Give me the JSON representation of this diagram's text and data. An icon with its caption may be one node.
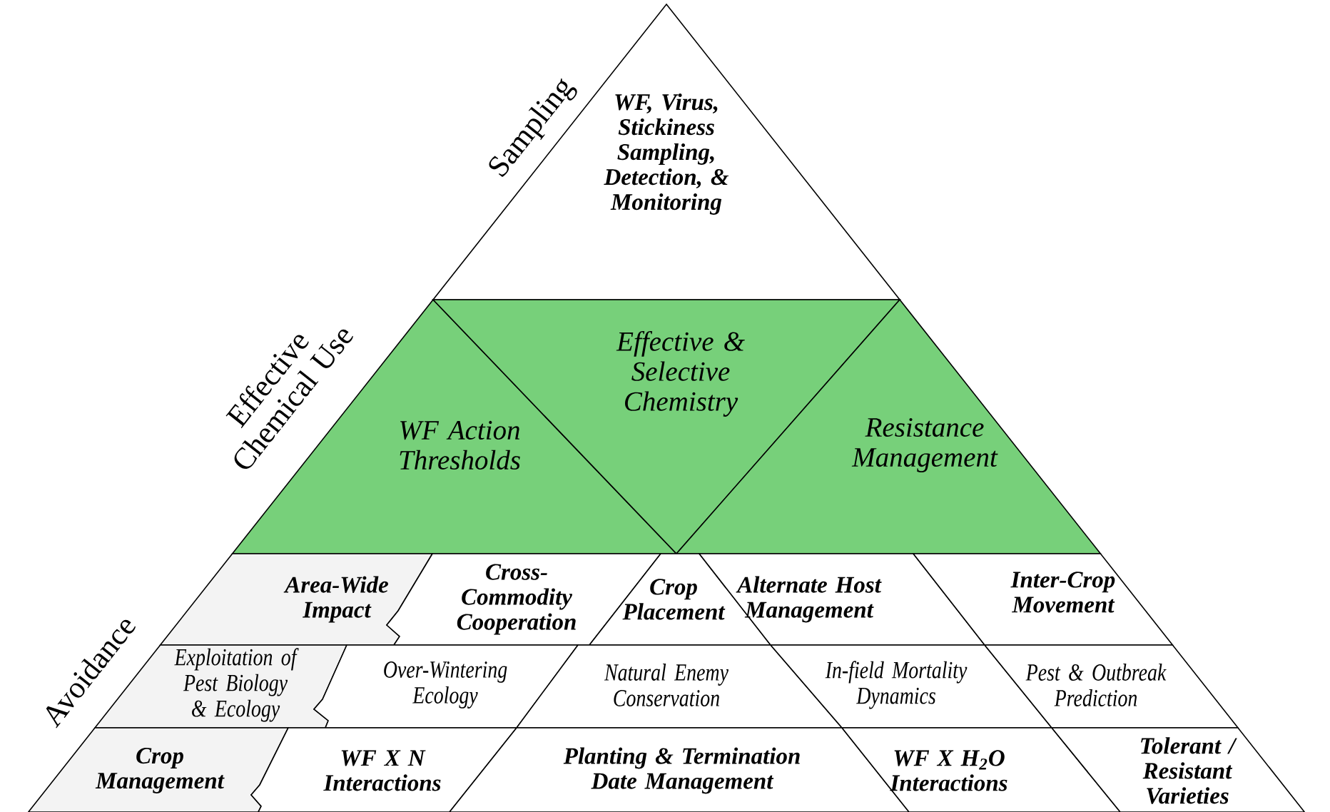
{
  "diagram": {
    "nodes": [
      {
        "text": [
          "WF, Virus, Stickiness Sampling, Detection, & Monitoring"
        ]
      },
      {
        "text": [
          "WF Action Thresholds"
        ]
      },
      {
        "text": [
          "Effective & Selective Chemistry"
        ]
      },
      {
        "text": [
          "Resistance Management"
        ]
      },
      {
        "text": [
          "Area-Wide Impact"
        ]
      },
      {
        "text": [
          "Cross-Commodity Cooperation"
        ]
      },
      {
        "text": [
          "Crop Placement"
        ]
      },
      {
        "text": [
          "Alternate Host Management"
        ]
      },
      {
        "text": [
          "Inter-Crop Movement"
        ]
      },
      {
        "text": [
          "Exploitation of Pest Biology & Ecology"
        ]
      },
      {
        "text": [
          "Over-Wintering Ecology"
        ]
      },
      {
        "text": [
          "Natural Enemy Conservation"
        ]
      },
      {
        "text": [
          "In-field Mortality Dynamics"
        ]
      },
      {
        "text": [
          "Pest & Outbreak Prediction"
        ]
      },
      {
        "text": [
          "Crop Management"
        ]
      },
      {
        "text": [
          "WF X N Interactions"
        ]
      },
      {
        "text": [
          "Planting & Termination Date Management"
        ]
      },
      {
        "text": [
          "WF X H$_{2}$O Interactions"
        ]
      },
      {
        "text": [
          "Tolerant / Resistant Varieties"
        ]
      }
    ],
    "labels": [
      "Sampling",
      "Effective Chemical Use",
      "Avoidance"
    ]
  }
}
